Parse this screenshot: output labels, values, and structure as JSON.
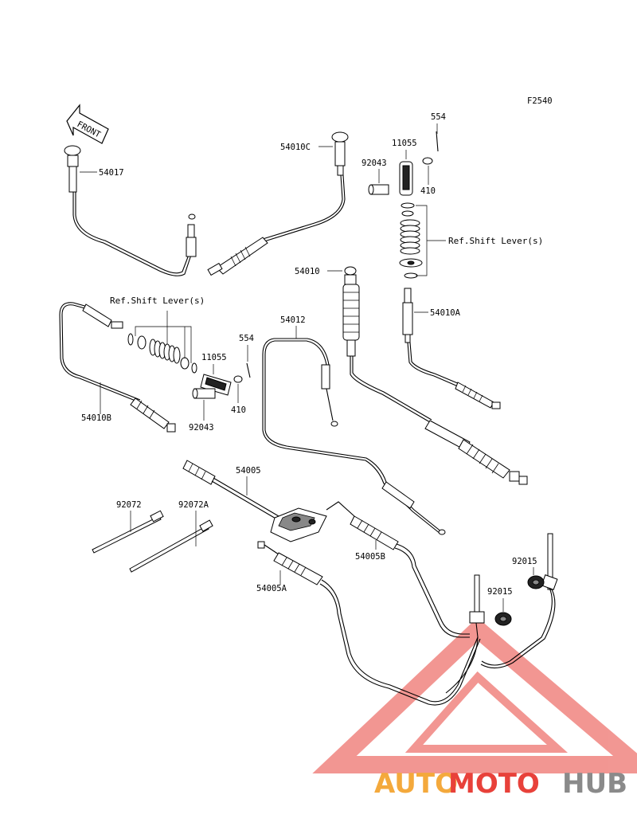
{
  "figure_code": "F2540",
  "front_label": "FRONT",
  "refs": {
    "shift_lever_top": "Ref.Shift Lever(s)",
    "shift_lever_left": "Ref.Shift Lever(s)"
  },
  "parts": {
    "p54017": "54017",
    "p54010C": "54010C",
    "p554_top": "554",
    "p11055_top": "11055",
    "p92043_top": "92043",
    "p410_top": "410",
    "p54010": "54010",
    "p54010A": "54010A",
    "p54012": "54012",
    "p554_left": "554",
    "p11055_left": "11055",
    "p410_left": "410",
    "p92043_left": "92043",
    "p54010B": "54010B",
    "p54005": "54005",
    "p92072": "92072",
    "p92072A": "92072A",
    "p54005B": "54005B",
    "p54005A": "54005A",
    "p92015_top": "92015",
    "p92015_bottom": "92015"
  },
  "watermark": {
    "part1": "AUTO",
    "part2": "MOTO",
    "part3": "HUB",
    "colors": {
      "orange": "#f4a93c",
      "red": "#e8413a",
      "gray": "#8a8a8a"
    }
  }
}
